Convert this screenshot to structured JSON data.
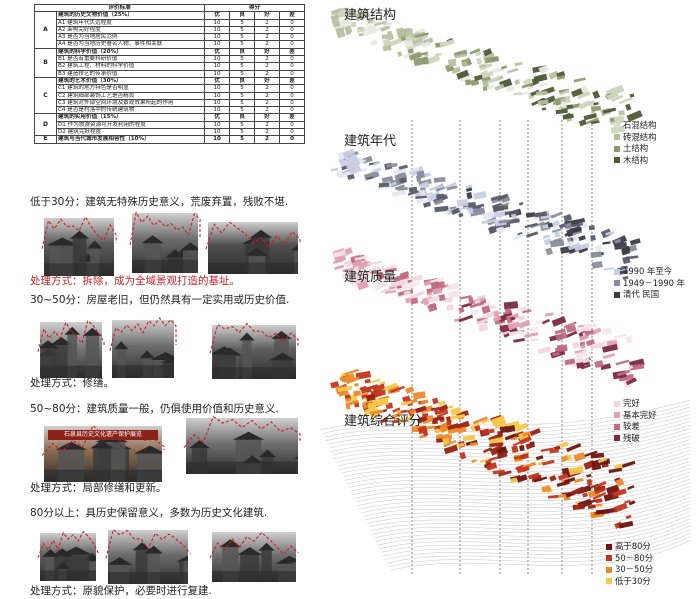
{
  "table": {
    "headers": {
      "criteria": "评价标准",
      "score": "得分",
      "excellent": "优",
      "good": "良",
      "fair": "好",
      "poor": "差"
    },
    "sections": [
      {
        "id": "A",
        "category": "建筑的历史文物价值（25%）",
        "items": [
          {
            "label": "A1 建筑年代久远程度",
            "scores": [
              "10",
              "5",
              "2",
              "0"
            ]
          },
          {
            "label": "A2 架构完好程度",
            "scores": [
              "10",
              "5",
              "2",
              "0"
            ]
          },
          {
            "label": "A3 是否为当地居民范例",
            "scores": [
              "10",
              "5",
              "2",
              "0"
            ]
          },
          {
            "label": "A4 是否为当地历史著名人物、事件相关联",
            "scores": [
              "10",
              "5",
              "2",
              "0"
            ]
          }
        ]
      },
      {
        "id": "B",
        "category": "建筑的科学价值（20%）",
        "items": [
          {
            "label": "B1 是否有重要科研价值",
            "scores": [
              "10",
              "5",
              "2",
              "0"
            ]
          },
          {
            "label": "B2 建筑工程、材料的科学价值",
            "scores": [
              "10",
              "5",
              "2",
              "0"
            ]
          },
          {
            "label": "B3 建造技艺的传承价值",
            "scores": [
              "10",
              "5",
              "2",
              "0"
            ]
          }
        ]
      },
      {
        "id": "C",
        "category": "建筑的艺术价值（30%）",
        "items": [
          {
            "label": "C1 建筑的地方特色是否明显",
            "scores": [
              "10",
              "5",
              "2",
              "0"
            ]
          },
          {
            "label": "C2 建筑细部装饰工艺是否精良",
            "scores": [
              "10",
              "5",
              "2",
              "0"
            ]
          },
          {
            "label": "C3 建筑对外部空间环境及景观效果所起的作用",
            "scores": [
              "10",
              "5",
              "2",
              "0"
            ]
          },
          {
            "label": "C4 是否是村落中的传统建筑物",
            "scores": [
              "10",
              "5",
              "2",
              "0"
            ]
          }
        ]
      },
      {
        "id": "D",
        "category": "建筑的实用价值（15%）",
        "items": [
          {
            "label": "D1 作为旅游资源可开发利用的程度",
            "scores": [
              "10",
              "5",
              "2",
              "0"
            ]
          },
          {
            "label": "D2 建筑完好程度",
            "scores": [
              "10",
              "5",
              "2",
              "0"
            ]
          }
        ]
      },
      {
        "id": "E",
        "category": "建筑与当代城市发展相容性（10%）",
        "items": [
          {
            "label": "",
            "scores": [
              "10",
              "5",
              "2",
              "0"
            ]
          }
        ]
      }
    ]
  },
  "blocks": [
    {
      "heading": "低于30分：建筑无特殊历史意义，荒废弃置，残败不堪.",
      "treatment": "处理方式：拆除，成为全域景观打造的基址。",
      "treatment_red": true
    },
    {
      "heading": "30~50分：房屋老旧，但仍然具有一定实用或历史价值.",
      "treatment": "处理方式：修缮。",
      "treatment_red": false
    },
    {
      "heading": "50~80分：建筑质量一般，仍俱使用价值和历史意义.",
      "treatment": "处理方式：局部修缮和更新。",
      "treatment_red": false
    },
    {
      "heading": "80分以上：具历史保留意义，多数为历史文化建筑.",
      "treatment": "处理方式：原貌保护，必要时进行复建.",
      "treatment_red": false
    }
  ],
  "banner_text": "石泉县历史文化遗产保护展览",
  "layers": [
    {
      "title": "建筑结构",
      "legend": [
        {
          "label": "石混结构",
          "color": "#d9dccd"
        },
        {
          "label": "砖混结构",
          "color": "#b7bfa0"
        },
        {
          "label": "土结构",
          "color": "#8e9a6e"
        },
        {
          "label": "木结构",
          "color": "#4f5a39"
        }
      ]
    },
    {
      "title": "建筑年代",
      "legend": [
        {
          "label": "1990 年至今",
          "color": "#c9cde4"
        },
        {
          "label": "1949－1990 年",
          "color": "#8a8c9b"
        },
        {
          "label": "清代 民国",
          "color": "#3b3c46"
        }
      ]
    },
    {
      "title": "建筑质量",
      "legend": [
        {
          "label": "完好",
          "color": "#f2d6de"
        },
        {
          "label": "基本完好",
          "color": "#e2a0b2"
        },
        {
          "label": "较差",
          "color": "#c06a82"
        },
        {
          "label": "残破",
          "color": "#7a2a40"
        }
      ]
    },
    {
      "title": "建筑综合评分",
      "legend": [
        {
          "label": "高于80分",
          "color": "#6e1410"
        },
        {
          "label": "50－80分",
          "color": "#c4351c"
        },
        {
          "label": "30－50分",
          "color": "#ec8a2a"
        },
        {
          "label": "低于30分",
          "color": "#f7c84a"
        }
      ]
    }
  ]
}
